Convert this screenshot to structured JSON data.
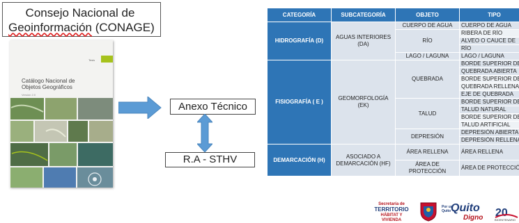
{
  "title_box": {
    "line1": "Consejo Nacional de",
    "line2_part1": "Geoinformación",
    "line2_part2": " (CONAGE)"
  },
  "catalog": {
    "tag": "Tesis",
    "title_line1": "Catálogo Nacional de",
    "title_line2": "Objetos Geográficos",
    "version": "Versión 2.0",
    "accent_color": "#a6c21c"
  },
  "annex_box": "Anexo Técnico",
  "ra_box": "R.A - STHV",
  "table": {
    "headers": [
      "CATEGORÍA",
      "SUBCATEGORÍA",
      "OBJETO",
      "TIPO"
    ],
    "header_color": "#2e75b6",
    "cells": {
      "hidro_cat": "HIDROGRAFÍA (D)",
      "hidro_sub": "AGUAS INTERIORES (DA)",
      "obj_cuerpo": "CUERPO DE AGUA",
      "tipo_cuerpo": "CUERPO DE AGUA",
      "obj_rio": "RÍO",
      "tipo_rio_1": "RIBERA DE RÍO",
      "tipo_rio_2": "ALVEO O CAUCE DE",
      "tipo_rio_3": "RÍO",
      "obj_lago": "LAGO / LAGUNA",
      "tipo_lago": "LAGO / LAGUNA",
      "fisio_cat": "FISIOGRAFÍA  ( E )",
      "fisio_sub": "GEOMORFOLOGÍA (EK)",
      "obj_quebrada": "QUEBRADA",
      "tipo_q_1": "BORDE SUPERIOR DE",
      "tipo_q_2": "QUEBRADA ABIERTA",
      "tipo_q_3": "BORDE SUPERIOR DE",
      "tipo_q_4": "QUEBRADA RELLENA",
      "tipo_q_5": "EJE DE QUEBRADA",
      "obj_talud": "TALUD",
      "tipo_t_1": "BORDE SUPERIOR DE",
      "tipo_t_2": "TALUD NATURAL",
      "tipo_t_3": "BORDE SUPERIOR DE",
      "tipo_t_4": "TALUD ARTIFICIAL",
      "obj_depresion": "DEPRESIÓN",
      "tipo_d_1": "DEPRESIÓN ABIERTA",
      "tipo_d_2": "DEPRESIÓN RELLENA",
      "dem_cat": "DEMARCACIÓN (H)",
      "dem_sub_1": "ASOCIADO A",
      "dem_sub_2": "DEMARCACIÓN (HF)",
      "obj_area_rellena": "ÁREA RELLENA",
      "tipo_area_rellena": "ÁREA RELLENA",
      "obj_area_prot": "ÁREA DE PROTECCIÓN",
      "tipo_area_prot": "ÁREA DE PROTECCIÓN"
    }
  },
  "logos": {
    "secretaria_1": "Secretaría de",
    "secretaria_2": "TERRITORIO",
    "secretaria_3": "HÁBITAT Y VIVIENDA",
    "quito_small_1": "Por un",
    "quito_small_2": "Quito",
    "quito_word": "Quito",
    "quito_digno": "Digno",
    "bicentenario_label": "BICENTENARIO"
  }
}
